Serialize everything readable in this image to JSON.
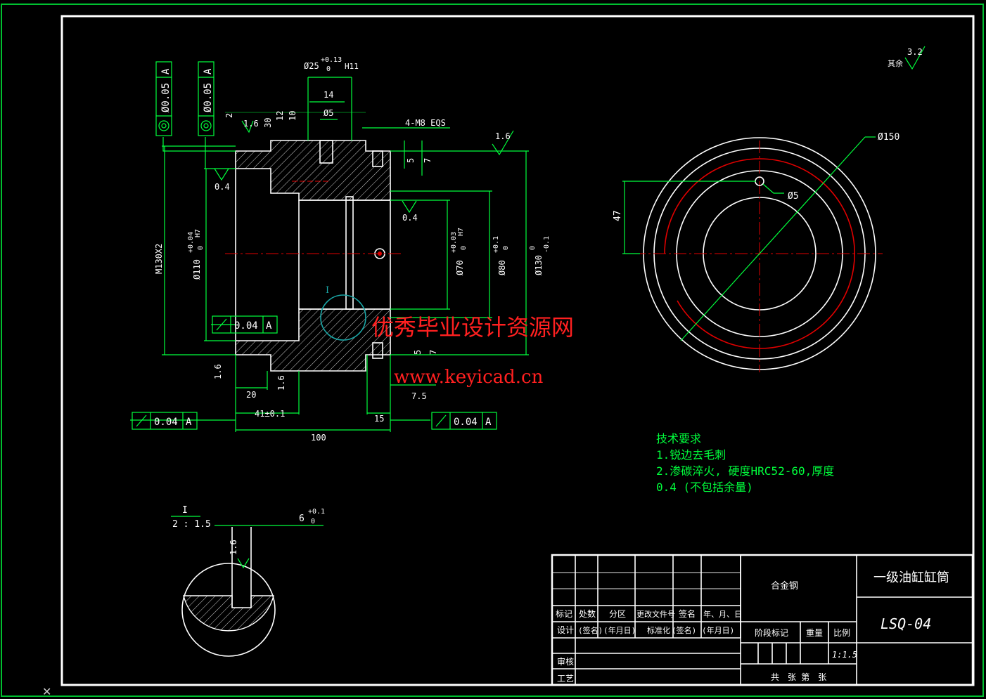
{
  "drawing": {
    "title": "一级油缸缸筒",
    "drawing_number": "LSQ-04",
    "material": "合金钢",
    "scale": "1:1.5"
  },
  "title_block": {
    "rev_headers": [
      "标记",
      "处数",
      "分区",
      "更改文件号",
      "签名",
      "年、月、日"
    ],
    "design": "设计",
    "sign": "(签名)",
    "date": "(年月日)",
    "standard": "标准化",
    "sign2": "(签名)",
    "date2": "(年月日)",
    "stage_mark": "阶段标记",
    "weight": "重量",
    "ratio": "比例",
    "review": "审核",
    "process": "工艺",
    "sheets": "共　张  第　张"
  },
  "tech_requirements": {
    "heading": "技术要求",
    "item1": "1.锐边去毛刺",
    "item2": "2.渗碳淬火, 硬度HRC52-60,厚度",
    "item3": "0.4 (不包括余量)"
  },
  "roughness": {
    "rest_label": "其余",
    "rest_value": "3.2",
    "r16": "1.6",
    "r04": "0.4"
  },
  "tolerances": {
    "coax1": "Ø0.05",
    "coax2": "Ø0.05",
    "datum": "A",
    "runout": "0.04"
  },
  "dimensions": {
    "d25": "Ø25",
    "d25_tol_upper": "+0.13",
    "d25_tol_lower": "0",
    "d25_fit": "H11",
    "w14": "14",
    "d5": "Ø5",
    "w2": "2",
    "w30": "30",
    "w12": "12",
    "w10": "10",
    "thread": "4-M8 EQS",
    "d5v": "5",
    "d7v": "7",
    "m130": "M130X2",
    "d110": "Ø110",
    "d110_tol": "+0.04",
    "d110_fit": "H7",
    "d110_low": "0",
    "d70": "Ø70",
    "d70_tol": "+0.03",
    "d70_fit": "H7",
    "d70_low": "0",
    "d80": "Ø80",
    "d80_tol": "+0.1",
    "d80_low": "0",
    "d130": "Ø130",
    "d130_tol": "0",
    "d130_low": "-0.1",
    "l20": "20",
    "l41": "41±0.1",
    "l100": "100",
    "l15": "15",
    "l75": "7.5",
    "b5": "5",
    "b7": "7",
    "dia150": "Ø150",
    "dia5": "Ø5",
    "h47": "47"
  },
  "detail": {
    "label": "I",
    "scale": "2 : 1.5",
    "slot": "6",
    "slot_tol_upper": "+0.1",
    "slot_tol_lower": "0"
  },
  "watermark": {
    "cn": "优秀毕业设计资源网",
    "url": "www.keyicad.cn"
  }
}
